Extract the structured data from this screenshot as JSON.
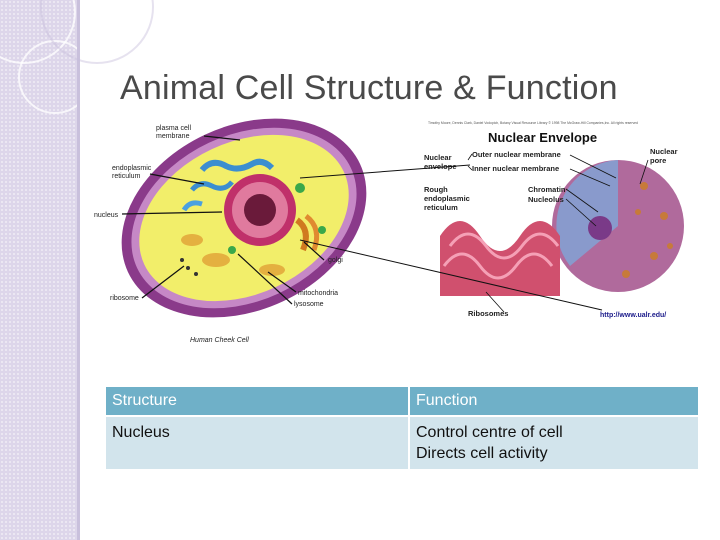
{
  "slide": {
    "title": "Animal Cell Structure & Function"
  },
  "left_figure": {
    "labels": {
      "plasma_membrane": [
        "plasma cell",
        "membrane"
      ],
      "er": [
        "endoplasmic",
        "reticulum"
      ],
      "nucleus": "nucleus",
      "golgi": "golgi",
      "mitochondria": "mitochondria",
      "lysosome": "lysosome",
      "ribosome": "ribosome",
      "caption": "Human Cheek Cell"
    }
  },
  "right_figure": {
    "credit": "Timothy Moore, Dennis Clark, Daniel Vodopich, Botany Visual Resource Library © 1998 The McGraw-Hill Companies,Inc. All rights reserved",
    "title": "Nuclear Envelope",
    "labels": {
      "nuclear_envelope": [
        "Nuclear",
        "envelope"
      ],
      "outer_membrane": "Outer nuclear membrane",
      "inner_membrane": "Inner nuclear membrane",
      "nuclear_pore": [
        "Nuclear",
        "pore"
      ],
      "rough_er": [
        "Rough",
        "endoplasmic",
        "reticulum"
      ],
      "chromatin": "Chromatin",
      "nucleolus": "Nucleolus",
      "ribosomes": "Ribosomes",
      "url": "http://www.ualr.edu/"
    }
  },
  "table": {
    "headers": [
      "Structure",
      "Function"
    ],
    "rows": [
      {
        "structure": "Nucleus",
        "function_lines": [
          "Control centre of cell",
          "Directs cell activity"
        ]
      }
    ]
  },
  "colors": {
    "band": "#ddd6ea",
    "header_bg": "#6fb0c8",
    "cell_bg": "#d2e4ec",
    "cell_membrane": "#8a3a8a",
    "cytoplasm": "#f2ee6a",
    "nucleus": "#c0306a",
    "nuclear_envelope_figure": "#b06a9c"
  }
}
